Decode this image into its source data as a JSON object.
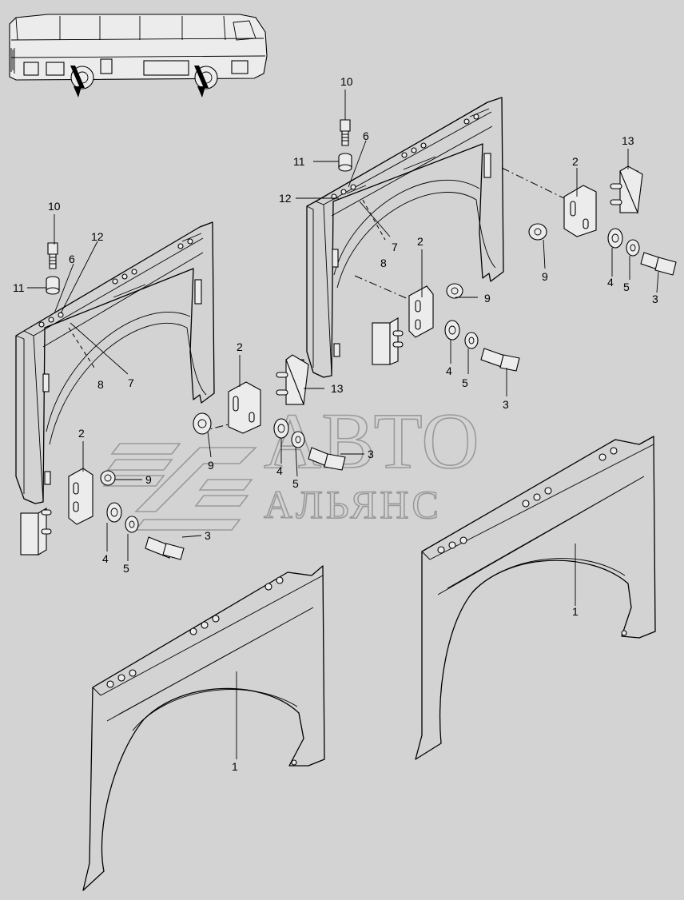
{
  "watermark": {
    "line1": "АВТО",
    "line2": "АЛЬЯНС"
  },
  "callouts": {
    "upper_right": {
      "c10": "10",
      "c11": "11",
      "c6": "6",
      "c12": "12",
      "c7": "7",
      "c8": "8",
      "c2a": "2",
      "c13": "13",
      "c9a": "9",
      "c4a": "4",
      "c5a": "5",
      "c3a": "3",
      "c2b": "2",
      "c9b": "9",
      "c4b": "4",
      "c5b": "5",
      "c3b": "3"
    },
    "left": {
      "c10": "10",
      "c12": "12",
      "c6": "6",
      "c11": "11",
      "c7": "7",
      "c8": "8",
      "c2a": "2",
      "c13": "13",
      "c9a": "9",
      "c3a": "3",
      "c4a": "4",
      "c5a": "5",
      "c2b": "2",
      "c9b": "9",
      "c4b": "4",
      "c5b": "5",
      "c3b": "3"
    },
    "fenders": {
      "right": "1",
      "left": "1"
    }
  }
}
